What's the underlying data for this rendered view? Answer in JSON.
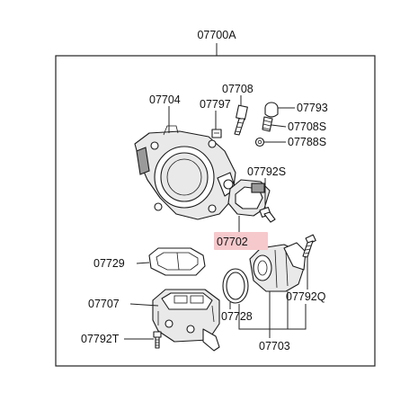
{
  "assembly_label": "07700A",
  "highlight_color": "#f6c9cc",
  "parts": {
    "p07704": "07704",
    "p07708": "07708",
    "p07797": "07797",
    "p07793": "07793",
    "p07708S": "07708S",
    "p07788S": "07788S",
    "p07792S": "07792S",
    "p07702": "07702",
    "p07729": "07729",
    "p07707": "07707",
    "p07728": "07728",
    "p07792Q": "07792Q",
    "p07792T": "07792T",
    "p07703": "07703"
  }
}
